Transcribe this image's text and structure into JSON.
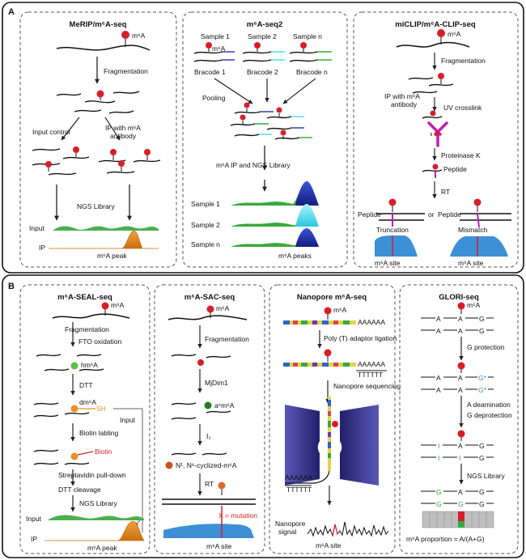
{
  "panel_a": {
    "letter": "A",
    "box1": {
      "title": "MeRIP/m⁶A-seq",
      "m6a": "m⁶A",
      "fragmentation": "Fragmentation",
      "input_control": "Input control",
      "ip_with": "IP with m⁶A",
      "antibody": "antibody",
      "ngs": "NGS Library",
      "input": "Input",
      "ip": "IP",
      "peak": "m⁶A peak"
    },
    "box2": {
      "title": "m⁶A-seq2",
      "s1": "Sample 1",
      "s2": "Sample 2",
      "sn": "Sample n",
      "m6a": "m⁶A",
      "b1": "Bracode 1",
      "b2": "Bracode 2",
      "bn": "Bracode n",
      "pooling": "Pooling",
      "ipngs": "m⁶A IP and NGS Library",
      "r1": "Sample 1",
      "r2": "Sample 2",
      "rn": "Sample n",
      "peaks": "m⁶A peaks"
    },
    "box3": {
      "title": "miCLIP/m⁶A-CLIP-seq",
      "m6a": "m⁶A",
      "fragmentation": "Fragmentation",
      "ip_with": "IP with m⁶A",
      "antibody": "antibody",
      "uv": "UV crosslink",
      "protk": "Proteinase K",
      "peptide": "Peptide",
      "rt": "RT",
      "peptide_l": "Peptide",
      "or": "or",
      "peptide_r": "Peptide",
      "trunc": "Truncation",
      "mism": "Mismatch",
      "site_l": "m⁶A site",
      "site_r": "m⁶A site"
    }
  },
  "panel_b": {
    "letter": "B",
    "box1": {
      "title": "m⁶A-SEAL-seq",
      "m6a": "m⁶A",
      "fragmentation": "Fragmentation",
      "fto": "FTO oxidation",
      "hm6a": "hm⁶A",
      "dtt": "DTT",
      "dm6a": "dm⁶A",
      "sh": "SH",
      "input_side": "Input",
      "biotin_lab": "Biotin labling",
      "biotin": "Biotin",
      "strep": "Streptavidin pull-down",
      "dttc": "DTT cleavage",
      "ngs": "NGS Library",
      "input": "Input",
      "ip": "IP",
      "peak": "m⁶A peak"
    },
    "box2": {
      "title": "m⁶A-SAC-seq",
      "m6a": "m⁶A",
      "fragmentation": "Fragmentation",
      "mjdim": "MjDim1",
      "a6m6a": "a⁶m⁶A",
      "i2": "I₂",
      "cyc": "N¹, N⁶-cyclized-m⁶A",
      "rt": "RT",
      "mut": "X = mutation",
      "site": "m⁶A site"
    },
    "box3": {
      "title": "Nanopore m⁶A-seq",
      "m6a": "m⁶A",
      "polya": "AAAAAA",
      "polyt": "Poly (T) adaptor ligation",
      "polya2": "AAAAAA",
      "tt": "TTTTTT",
      "nanopore": "Nanopore sequencing",
      "aa3": "AAAAAA",
      "tt3": "TTTTTT",
      "sig1": "Nanopore",
      "sig2": "signal",
      "site": "m⁶A site"
    },
    "box4": {
      "title": "GLORI-seq",
      "m6a": "m⁶A",
      "a": "A",
      "g": "G",
      "gprot": "G protection",
      "gstar": "G*",
      "adeam": "A deamination",
      "gdeprot": "G deprotection",
      "i": "I",
      "ngs": "NGS Library",
      "formula": "m⁶A proportion = A/(A+G)"
    }
  },
  "colors": {
    "modification_red": "#d81e28",
    "peak_orange": "#e8901c",
    "input_green": "#4caf50",
    "signal_blue": "#3d8fd6",
    "hm6a_green": "#5bbf4a",
    "dm6a_orange": "#e8922a",
    "antibody_magenta": "#c01fb5",
    "pore_navy": "#2e2a7a",
    "glori_green": "#35a845"
  }
}
